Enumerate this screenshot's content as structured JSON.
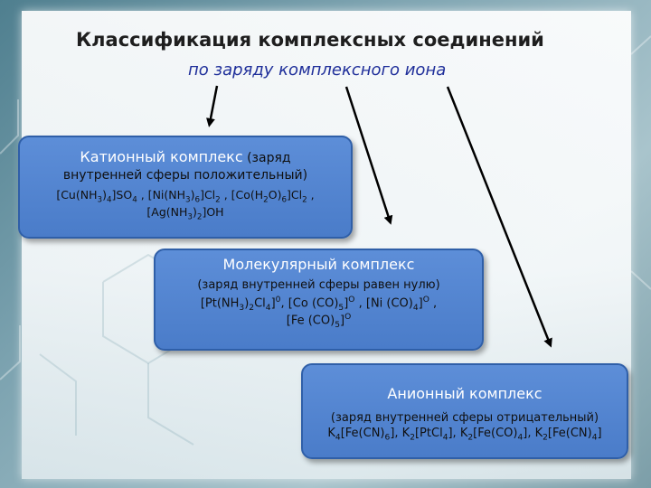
{
  "title": "Классификация комплексных соединений",
  "subtitle": "по  заряду комплексного иона",
  "cation": {
    "heading": "Катионный комплекс",
    "heading_paren": " (заряд",
    "line1": "внутренней сферы положительный)",
    "formula_line1_html": "[Cu(NH<sub>3</sub>)<sub>4</sub>]SO<sub>4</sub> , [Ni(NH<sub>3</sub>)<sub>6</sub>]Cl<sub>2</sub> , [Co(H<sub>2</sub>O)<sub>6</sub>]Cl<sub>2</sub> ,",
    "formula_line2_html": "[Ag(NH<sub>3</sub>)<sub>2</sub>]OH"
  },
  "molecular": {
    "heading": "Молекулярный комплекс",
    "line1": "(заряд внутренней сферы равен нулю)",
    "formula_line1_html": "[Pt(NH<sub>3</sub>)<sub>2</sub>Cl<sub>4</sub>]<sup>0</sup>, [Co (CO)<sub>5</sub>]<sup>O</sup> , [Ni (CO)<sub>4</sub>]<sup>O</sup> ,",
    "formula_line2_html": "[Fe (CO)<sub>5</sub>]<sup>O</sup>"
  },
  "anion": {
    "heading": "Анионный комплекс",
    "line1": "(заряд внутренней сферы отрицательный)",
    "formula_line1_html": "K<sub>4</sub>[Fe(CN)<sub>6</sub>], K<sub>2</sub>[PtCl<sub>4</sub>], K<sub>2</sub>[Fe(CO)<sub>4</sub>], K<sub>2</sub>[Fe(CN)<sub>4</sub>]"
  },
  "colors": {
    "box_fill": "#4a7cc9",
    "box_border": "#2f5fa8",
    "subtitle": "#1f2f9a",
    "heading_text": "#ffffff"
  }
}
